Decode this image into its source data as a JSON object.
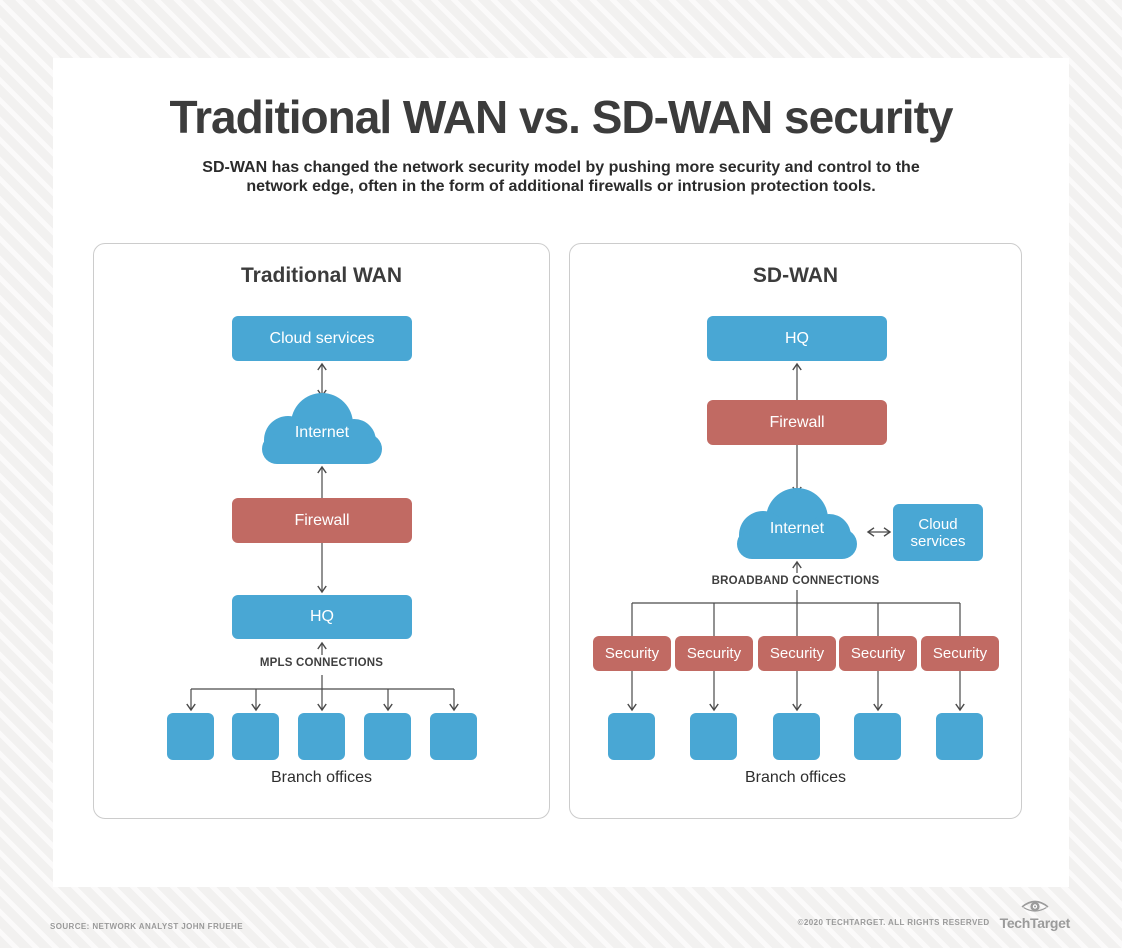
{
  "page": {
    "title": "Traditional WAN vs. SD-WAN security",
    "subtitle_line1": "SD-WAN has changed the network security model by pushing more security and control to the",
    "subtitle_line2": "network edge, often in the form of additional firewalls or intrusion protection tools."
  },
  "colors": {
    "node_blue": "#49a7d4",
    "node_red": "#c16a63",
    "wire": "#4a4a4a"
  },
  "panels": {
    "traditional": {
      "title": "Traditional WAN",
      "nodes": {
        "cloud_services": "Cloud services",
        "internet": "Internet",
        "firewall": "Firewall",
        "hq": "HQ"
      },
      "connection_label": "MPLS CONNECTIONS",
      "branch_label": "Branch offices",
      "branch_count": 5
    },
    "sdwan": {
      "title": "SD-WAN",
      "nodes": {
        "hq": "HQ",
        "firewall": "Firewall",
        "internet": "Internet",
        "cloud_services": "Cloud services",
        "security": "Security"
      },
      "connection_label": "BROADBAND CONNECTIONS",
      "branch_label": "Branch offices",
      "security_count": 5,
      "branch_count": 5
    }
  },
  "footer": {
    "source": "SOURCE: NETWORK ANALYST JOHN FRUEHE",
    "copyright": "©2020 TECHTARGET. ALL RIGHTS RESERVED",
    "brand": "TechTarget"
  }
}
